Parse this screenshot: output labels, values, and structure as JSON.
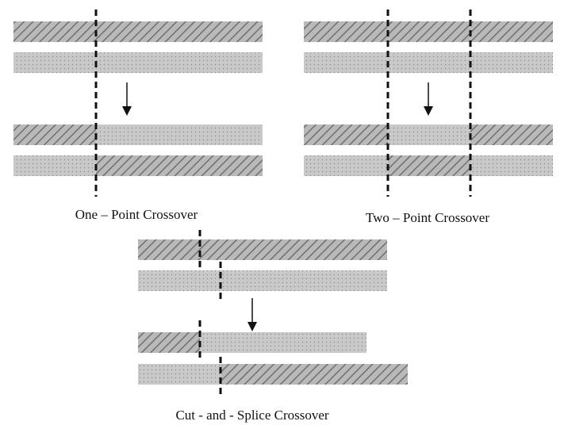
{
  "panels": {
    "one_point": {
      "caption": "One – Point Crossover"
    },
    "two_point": {
      "caption": "Two – Point Crossover"
    },
    "cut_splice": {
      "caption": "Cut - and - Splice Crossover"
    }
  },
  "patterns": {
    "parent_a": "diagonal-hatch",
    "parent_b": "dotted"
  },
  "colors": {
    "hatch_background": "#b9b9b9",
    "hatch_stripe": "#6f6f6f",
    "dot_background": "#c9c9c9",
    "dot_color": "#8a8a8a",
    "cut_line": "#111111",
    "arrow": "#111111"
  }
}
